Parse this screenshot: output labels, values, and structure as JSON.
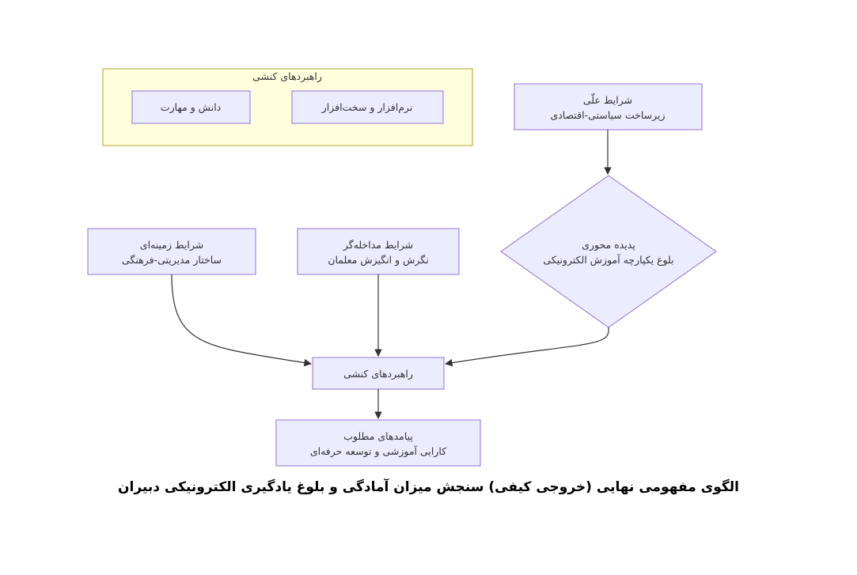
{
  "diagram": {
    "group": {
      "title": "راهبردهای کنشی",
      "items": [
        "دانش و مهارت",
        "نرم‌افزار و سخت‌افزار"
      ]
    },
    "nodes": {
      "causal": {
        "line1": "شرایط علّی",
        "line2": "زیرساخت سیاستی-اقتصادی"
      },
      "core": {
        "line1": "پدیده محوری",
        "line2": "بلوغ یکپارچه آموزش الکترونیکی"
      },
      "context": {
        "line1": "شرایط زمینه‌ای",
        "line2": "ساختار مدیریتی-فرهنگی"
      },
      "intervening": {
        "line1": "شرایط مداخله‌گر",
        "line2": "نگرش و انگیزش معلمان"
      },
      "strategies": {
        "label": "راهبردهای کنشی"
      },
      "outcomes": {
        "line1": "پیامدهای مطلوب",
        "line2": "کارایی آموزشی و توسعه حرفه‌ای"
      }
    },
    "colors": {
      "node_fill": "#ECECFF",
      "node_stroke": "#9370DB",
      "group_fill": "#FFFFDE",
      "group_stroke": "#AAAA33",
      "edge": "#333333"
    }
  },
  "caption": "الگوی مفهومی نهایی (خروجی کیفی) سنجش میزان آمادگی و بلوغ یادگیری الکترونیکی دبیران"
}
